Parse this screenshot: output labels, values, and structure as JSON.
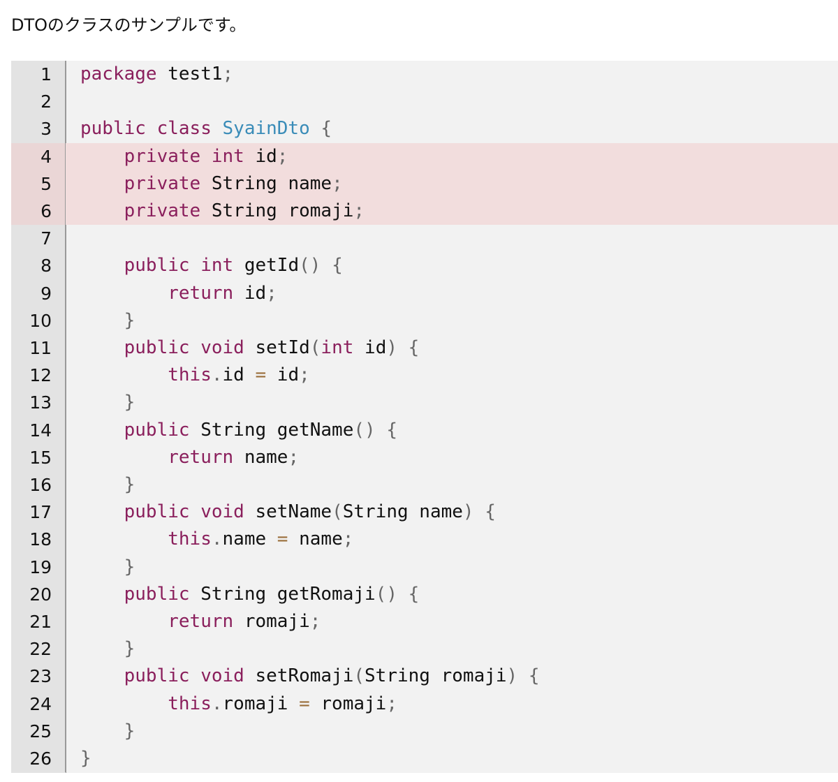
{
  "intro_text": "DTOのクラスのサンプルです。",
  "colors": {
    "keyword": "#8a1f5c",
    "class_name": "#3a8cb8",
    "punctuation": "#666666",
    "operator": "#9a6e3a",
    "identifier": "#111111",
    "highlight_background": "#f2dddd",
    "code_background": "#f2f2f2",
    "gutter_background": "#e3e3e3"
  },
  "code": {
    "language": "java",
    "highlighted_lines": [
      4,
      5,
      6
    ],
    "lines": [
      {
        "number": "1",
        "tokens": [
          [
            "kw",
            "package"
          ],
          [
            "ws",
            " "
          ],
          [
            "id",
            "test1"
          ],
          [
            "punc",
            ";"
          ]
        ]
      },
      {
        "number": "2",
        "tokens": []
      },
      {
        "number": "3",
        "tokens": [
          [
            "kw",
            "public"
          ],
          [
            "ws",
            " "
          ],
          [
            "kw",
            "class"
          ],
          [
            "ws",
            " "
          ],
          [
            "cls",
            "SyainDto"
          ],
          [
            "ws",
            " "
          ],
          [
            "punc",
            "{"
          ]
        ]
      },
      {
        "number": "4",
        "tokens": [
          [
            "ws",
            "    "
          ],
          [
            "kw",
            "private"
          ],
          [
            "ws",
            " "
          ],
          [
            "kw",
            "int"
          ],
          [
            "ws",
            " "
          ],
          [
            "id",
            "id"
          ],
          [
            "punc",
            ";"
          ]
        ]
      },
      {
        "number": "5",
        "tokens": [
          [
            "ws",
            "    "
          ],
          [
            "kw",
            "private"
          ],
          [
            "ws",
            " "
          ],
          [
            "id",
            "String"
          ],
          [
            "ws",
            " "
          ],
          [
            "id",
            "name"
          ],
          [
            "punc",
            ";"
          ]
        ]
      },
      {
        "number": "6",
        "tokens": [
          [
            "ws",
            "    "
          ],
          [
            "kw",
            "private"
          ],
          [
            "ws",
            " "
          ],
          [
            "id",
            "String"
          ],
          [
            "ws",
            " "
          ],
          [
            "id",
            "romaji"
          ],
          [
            "punc",
            ";"
          ]
        ]
      },
      {
        "number": "7",
        "tokens": []
      },
      {
        "number": "8",
        "tokens": [
          [
            "ws",
            "    "
          ],
          [
            "kw",
            "public"
          ],
          [
            "ws",
            " "
          ],
          [
            "kw",
            "int"
          ],
          [
            "ws",
            " "
          ],
          [
            "id",
            "getId"
          ],
          [
            "punc",
            "()"
          ],
          [
            "ws",
            " "
          ],
          [
            "punc",
            "{"
          ]
        ]
      },
      {
        "number": "9",
        "tokens": [
          [
            "ws",
            "        "
          ],
          [
            "kw",
            "return"
          ],
          [
            "ws",
            " "
          ],
          [
            "id",
            "id"
          ],
          [
            "punc",
            ";"
          ]
        ]
      },
      {
        "number": "10",
        "tokens": [
          [
            "ws",
            "    "
          ],
          [
            "punc",
            "}"
          ]
        ]
      },
      {
        "number": "11",
        "tokens": [
          [
            "ws",
            "    "
          ],
          [
            "kw",
            "public"
          ],
          [
            "ws",
            " "
          ],
          [
            "kw",
            "void"
          ],
          [
            "ws",
            " "
          ],
          [
            "id",
            "setId"
          ],
          [
            "punc",
            "("
          ],
          [
            "kw",
            "int"
          ],
          [
            "ws",
            " "
          ],
          [
            "id",
            "id"
          ],
          [
            "punc",
            ")"
          ],
          [
            "ws",
            " "
          ],
          [
            "punc",
            "{"
          ]
        ]
      },
      {
        "number": "12",
        "tokens": [
          [
            "ws",
            "        "
          ],
          [
            "kw",
            "this"
          ],
          [
            "punc",
            "."
          ],
          [
            "id",
            "id"
          ],
          [
            "ws",
            " "
          ],
          [
            "op",
            "="
          ],
          [
            "ws",
            " "
          ],
          [
            "id",
            "id"
          ],
          [
            "punc",
            ";"
          ]
        ]
      },
      {
        "number": "13",
        "tokens": [
          [
            "ws",
            "    "
          ],
          [
            "punc",
            "}"
          ]
        ]
      },
      {
        "number": "14",
        "tokens": [
          [
            "ws",
            "    "
          ],
          [
            "kw",
            "public"
          ],
          [
            "ws",
            " "
          ],
          [
            "id",
            "String"
          ],
          [
            "ws",
            " "
          ],
          [
            "id",
            "getName"
          ],
          [
            "punc",
            "()"
          ],
          [
            "ws",
            " "
          ],
          [
            "punc",
            "{"
          ]
        ]
      },
      {
        "number": "15",
        "tokens": [
          [
            "ws",
            "        "
          ],
          [
            "kw",
            "return"
          ],
          [
            "ws",
            " "
          ],
          [
            "id",
            "name"
          ],
          [
            "punc",
            ";"
          ]
        ]
      },
      {
        "number": "16",
        "tokens": [
          [
            "ws",
            "    "
          ],
          [
            "punc",
            "}"
          ]
        ]
      },
      {
        "number": "17",
        "tokens": [
          [
            "ws",
            "    "
          ],
          [
            "kw",
            "public"
          ],
          [
            "ws",
            " "
          ],
          [
            "kw",
            "void"
          ],
          [
            "ws",
            " "
          ],
          [
            "id",
            "setName"
          ],
          [
            "punc",
            "("
          ],
          [
            "id",
            "String"
          ],
          [
            "ws",
            " "
          ],
          [
            "id",
            "name"
          ],
          [
            "punc",
            ")"
          ],
          [
            "ws",
            " "
          ],
          [
            "punc",
            "{"
          ]
        ]
      },
      {
        "number": "18",
        "tokens": [
          [
            "ws",
            "        "
          ],
          [
            "kw",
            "this"
          ],
          [
            "punc",
            "."
          ],
          [
            "id",
            "name"
          ],
          [
            "ws",
            " "
          ],
          [
            "op",
            "="
          ],
          [
            "ws",
            " "
          ],
          [
            "id",
            "name"
          ],
          [
            "punc",
            ";"
          ]
        ]
      },
      {
        "number": "19",
        "tokens": [
          [
            "ws",
            "    "
          ],
          [
            "punc",
            "}"
          ]
        ]
      },
      {
        "number": "20",
        "tokens": [
          [
            "ws",
            "    "
          ],
          [
            "kw",
            "public"
          ],
          [
            "ws",
            " "
          ],
          [
            "id",
            "String"
          ],
          [
            "ws",
            " "
          ],
          [
            "id",
            "getRomaji"
          ],
          [
            "punc",
            "()"
          ],
          [
            "ws",
            " "
          ],
          [
            "punc",
            "{"
          ]
        ]
      },
      {
        "number": "21",
        "tokens": [
          [
            "ws",
            "        "
          ],
          [
            "kw",
            "return"
          ],
          [
            "ws",
            " "
          ],
          [
            "id",
            "romaji"
          ],
          [
            "punc",
            ";"
          ]
        ]
      },
      {
        "number": "22",
        "tokens": [
          [
            "ws",
            "    "
          ],
          [
            "punc",
            "}"
          ]
        ]
      },
      {
        "number": "23",
        "tokens": [
          [
            "ws",
            "    "
          ],
          [
            "kw",
            "public"
          ],
          [
            "ws",
            " "
          ],
          [
            "kw",
            "void"
          ],
          [
            "ws",
            " "
          ],
          [
            "id",
            "setRomaji"
          ],
          [
            "punc",
            "("
          ],
          [
            "id",
            "String"
          ],
          [
            "ws",
            " "
          ],
          [
            "id",
            "romaji"
          ],
          [
            "punc",
            ")"
          ],
          [
            "ws",
            " "
          ],
          [
            "punc",
            "{"
          ]
        ]
      },
      {
        "number": "24",
        "tokens": [
          [
            "ws",
            "        "
          ],
          [
            "kw",
            "this"
          ],
          [
            "punc",
            "."
          ],
          [
            "id",
            "romaji"
          ],
          [
            "ws",
            " "
          ],
          [
            "op",
            "="
          ],
          [
            "ws",
            " "
          ],
          [
            "id",
            "romaji"
          ],
          [
            "punc",
            ";"
          ]
        ]
      },
      {
        "number": "25",
        "tokens": [
          [
            "ws",
            "    "
          ],
          [
            "punc",
            "}"
          ]
        ]
      },
      {
        "number": "26",
        "tokens": [
          [
            "punc",
            "}"
          ]
        ]
      }
    ]
  }
}
